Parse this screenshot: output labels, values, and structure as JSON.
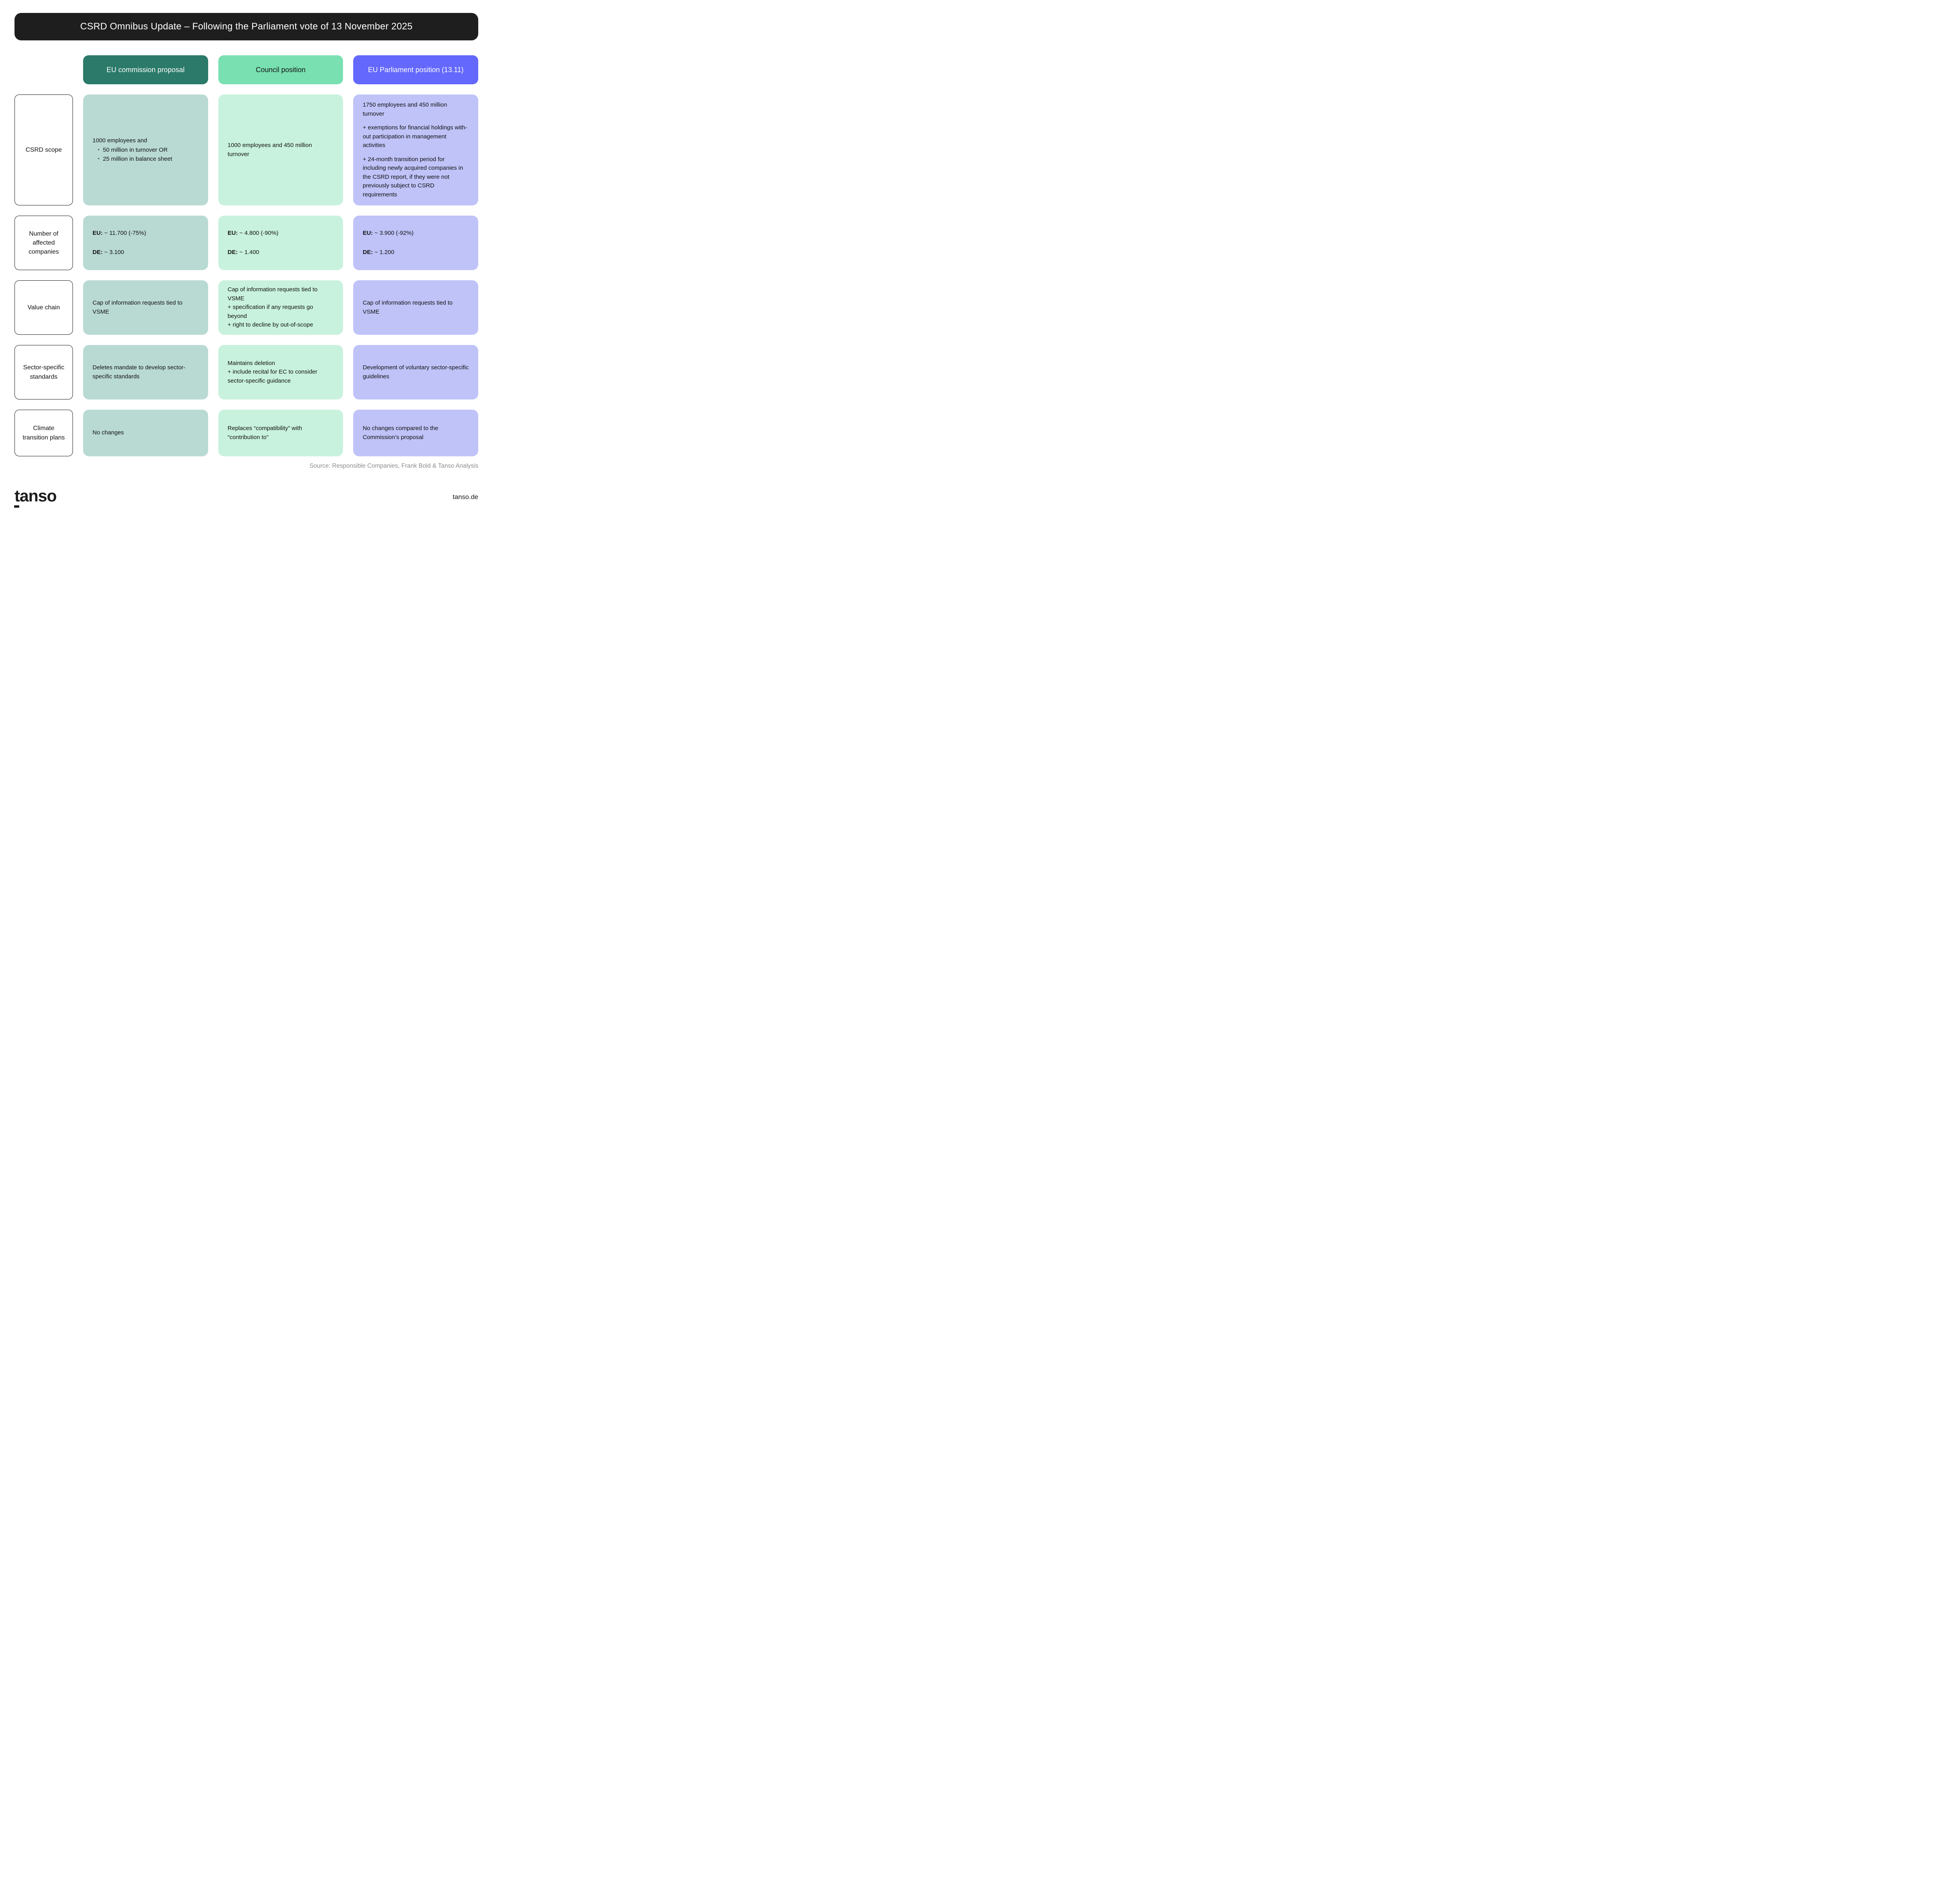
{
  "title_bar": {
    "title": "CSRD Omnibus Update – Following the Parliament vote of 13 November 2025",
    "bg": "#1E1E1E",
    "text_color": "#FFFFFF"
  },
  "columns": [
    {
      "id": "commission",
      "label": "EU commission proposal",
      "header_bg": "#2B7A6A",
      "header_text_color": "#FFFFFF",
      "cell_bg": "#B9DAD3"
    },
    {
      "id": "council",
      "label": "Council position",
      "header_bg": "#79E0B2",
      "header_text_color": "#111111",
      "cell_bg": "#C8F2DD"
    },
    {
      "id": "parliament",
      "label": "EU Parliament position (13.11)",
      "header_bg": "#6468FC",
      "header_text_color": "#FFFFFF",
      "cell_bg": "#BFC3F8"
    }
  ],
  "rows": [
    {
      "label": "CSRD scope",
      "cells": {
        "commission": {
          "intro": "1000 employees and",
          "bullets": [
            "50 million in turnover OR",
            "25 million in balance sheet"
          ]
        },
        "council": {
          "paragraphs": [
            "1000 employees and 450 million turnover"
          ]
        },
        "parliament": {
          "paragraphs": [
            "1750 employees and 450 million turnover",
            "+ exemptions for financial holdings with-out participation in management activities",
            "+ 24-month transition period for including newly acquired companies in the CSRD report, if they were not previously subject to CSRD requirements"
          ]
        }
      }
    },
    {
      "label": "Number of affected companies",
      "cells": {
        "commission": {
          "stats": [
            {
              "k": "EU:",
              "v": " ~ 11.700 (-75%)"
            },
            {
              "k": "DE:",
              "v": " ~ 3.100"
            }
          ]
        },
        "council": {
          "stats": [
            {
              "k": "EU:",
              "v": " ~ 4.800 (-90%)"
            },
            {
              "k": "DE:",
              "v": " ~ 1.400"
            }
          ]
        },
        "parliament": {
          "stats": [
            {
              "k": "EU:",
              "v": " ~ 3.900 (-92%)"
            },
            {
              "k": "DE:",
              "v": " ~ 1.200"
            }
          ]
        }
      }
    },
    {
      "label": "Value chain",
      "cells": {
        "commission": {
          "paragraphs": [
            "Cap of information requests tied to VSME"
          ]
        },
        "council": {
          "lines": [
            "Cap of information requests tied to VSME",
            "+ specification if any requests go beyond",
            "+ right to decline by out-of-scope"
          ]
        },
        "parliament": {
          "paragraphs": [
            "Cap of information requests tied to VSME"
          ]
        }
      }
    },
    {
      "label": "Sector-specific standards",
      "cells": {
        "commission": {
          "paragraphs": [
            "Deletes mandate to develop sector-specific standards"
          ]
        },
        "council": {
          "lines": [
            "Maintains deletion",
            "+ include recital for EC to consider sector-specific guidance"
          ]
        },
        "parliament": {
          "paragraphs": [
            "Development of voluntary sector-specific guidelines"
          ]
        }
      }
    },
    {
      "label": "Climate transition plans",
      "cells": {
        "commission": {
          "paragraphs": [
            "No changes"
          ]
        },
        "council": {
          "paragraphs": [
            "Replaces “compatibility” with “contribution to”"
          ]
        },
        "parliament": {
          "paragraphs": [
            "No changes compared to the Commission’s proposal"
          ]
        }
      }
    }
  ],
  "source": "Source: Responsible Companies, Frank Bold & Tanso Analysis",
  "footer": {
    "logo_t": "t",
    "logo_rest": "anso",
    "site": "tanso.de"
  }
}
